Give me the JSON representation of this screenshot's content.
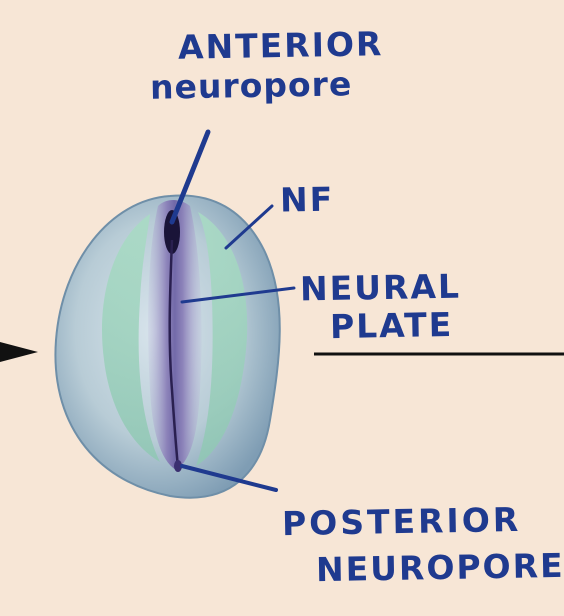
{
  "labels": {
    "anterior_line1": "ANTERIOR",
    "anterior_line2": "neuropore",
    "nf": "NF",
    "neural_line1": "NEURAL",
    "neural_line2": "PLATE",
    "posterior_line1": "POSTERIOR",
    "posterior_line2": "NEUROPORE"
  },
  "colors": {
    "background": "#f7e6d6",
    "ink": "#1f3a8f",
    "embryo_body": "#b8ccd6",
    "embryo_edge": "#6f8fa8",
    "neural_fold": "#9fd2b8",
    "neural_plate": "#8a7fb8",
    "groove": "#2a2050"
  }
}
